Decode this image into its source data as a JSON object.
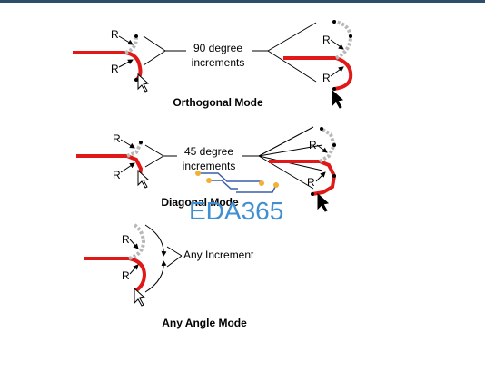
{
  "modes": {
    "orthogonal": {
      "title": "Orthogonal Mode",
      "label_line1": "90 degree",
      "label_line2": "increments",
      "radius_label": "R"
    },
    "diagonal": {
      "title": "Diagonal Mode",
      "label_line1": "45 degree",
      "label_line2": "increments",
      "radius_label": "R"
    },
    "any_angle": {
      "title": "Any Angle Mode",
      "label": "Any Increment",
      "radius_label": "R"
    }
  },
  "watermark": {
    "text": "EDA365",
    "color": "#3f8fd2"
  },
  "colors": {
    "track": "#e01818",
    "ghost": "#b8b8b8",
    "pad": "#f2b035",
    "pad_trace": "#3a5fa8",
    "header_bar": "#2e4d6b"
  }
}
